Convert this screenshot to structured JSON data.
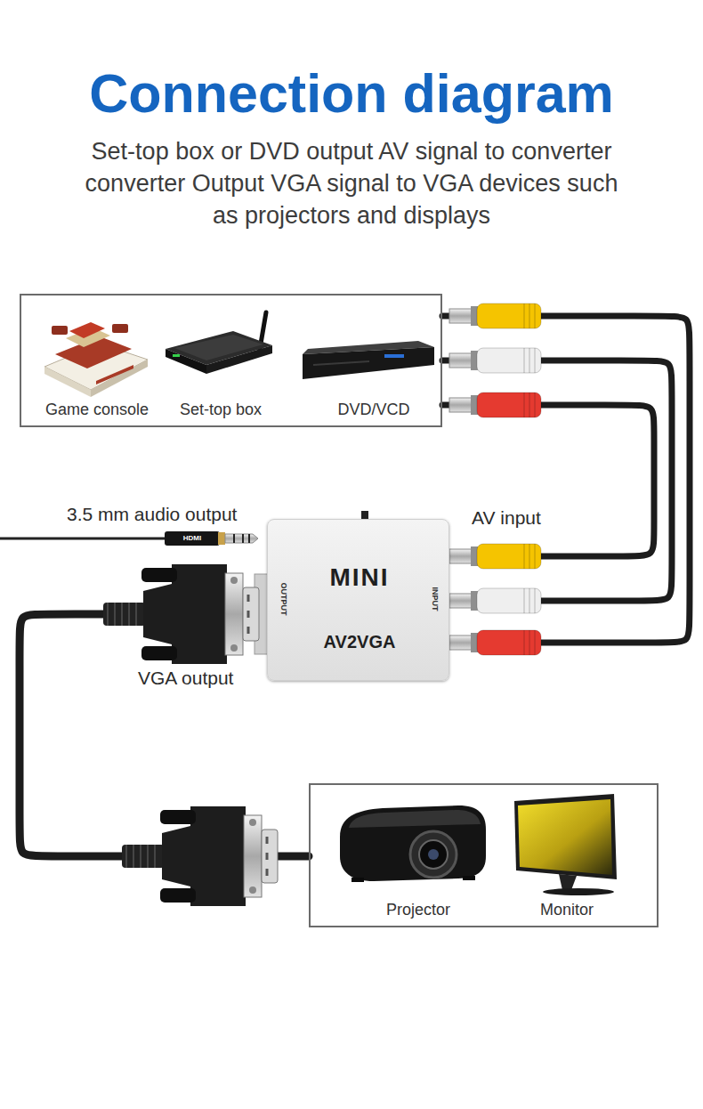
{
  "diagram": {
    "title": "Connection diagram",
    "caption": "Set-top box or DVD output AV signal to converter converter Output VGA signal to VGA devices such as projectors and displays",
    "nodes": [
      {
        "text": [
          "Game console",
          "Set-top box",
          "DVD/VCD"
        ]
      },
      {
        "text": [
          "MINI",
          "AV2VGA",
          "OUTPUT",
          "INPUT"
        ]
      },
      {
        "text": [
          "Projector",
          "Monitor"
        ]
      }
    ],
    "edges": [
      {
        "from": 0,
        "to": 1,
        "arrow": "none"
      },
      {
        "from": 0,
        "to": 1,
        "arrow": "none"
      },
      {
        "from": 0,
        "to": 1,
        "arrow": "none"
      },
      {
        "from": 1,
        "to": 2,
        "arrow": "none"
      }
    ],
    "labels": [
      "3.5 mm audio output",
      "HDMI",
      "AV input",
      "VGA output"
    ]
  }
}
